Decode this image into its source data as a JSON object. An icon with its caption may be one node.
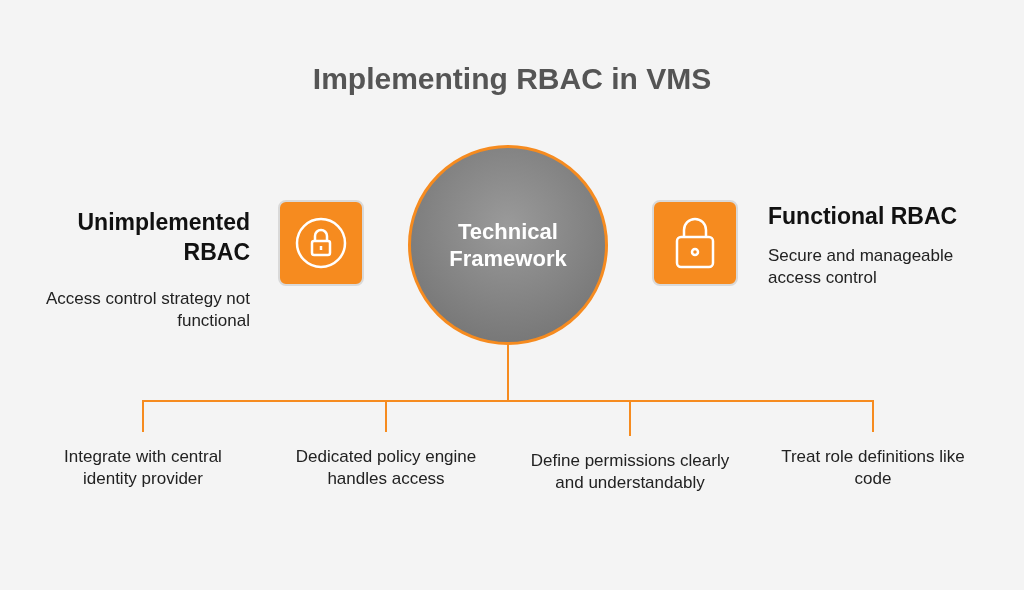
{
  "diagram": {
    "title": "Implementing RBAC in VMS",
    "nodes": [
      {
        "text": [
          "Technical Framework"
        ]
      },
      {
        "text": [
          "Integrate with central identity provider"
        ]
      },
      {
        "text": [
          "Dedicated policy engine handles access"
        ]
      },
      {
        "text": [
          "Define permissions clearly and understandably"
        ]
      },
      {
        "text": [
          "Treat role definitions like code"
        ]
      }
    ],
    "edges": [
      {
        "from": 0,
        "to": 1,
        "arrow": "none"
      },
      {
        "from": 0,
        "to": 2,
        "arrow": "none"
      },
      {
        "from": 0,
        "to": 3,
        "arrow": "none"
      },
      {
        "from": 0,
        "to": 4,
        "arrow": "none"
      }
    ],
    "labels": [
      "Unimplemented RBAC",
      "Access control strategy not functional",
      "Functional RBAC",
      "Secure and manageable access control"
    ]
  }
}
